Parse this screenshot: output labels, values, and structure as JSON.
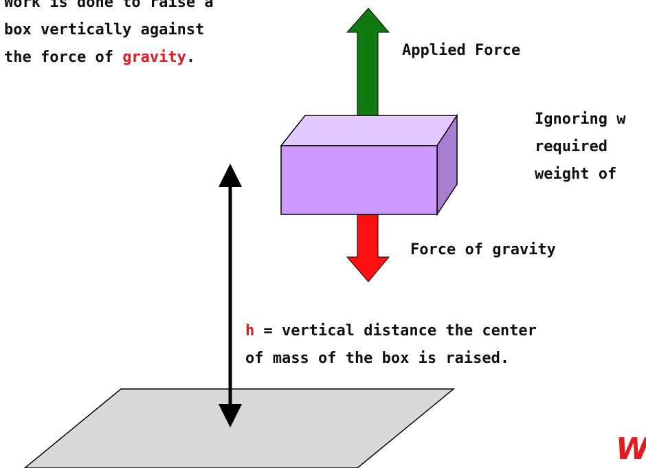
{
  "intro": {
    "line1": "Work is done to raise a",
    "line2": "box vertically against",
    "line3_prefix": "the force of ",
    "line3_highlight": "gravity",
    "line3_suffix": "."
  },
  "applied_force_label": "Applied Force",
  "ignoring_note": {
    "line1": "Ignoring w",
    "line2": "required",
    "line3": "weight of"
  },
  "gravity_label": "Force of gravity",
  "height_note": {
    "var": "h",
    "line1_rest": " = vertical distance the center",
    "line2": "of mass of the box is raised."
  },
  "formula_fragment": "W",
  "colors": {
    "applied_arrow": "#107a10",
    "gravity_arrow": "#ff1010",
    "box_front": "#cc99ff",
    "box_top": "#e3c9ff",
    "box_side": "#a77ed0",
    "floor": "#d9d9d9",
    "highlight": "#e8181e"
  }
}
